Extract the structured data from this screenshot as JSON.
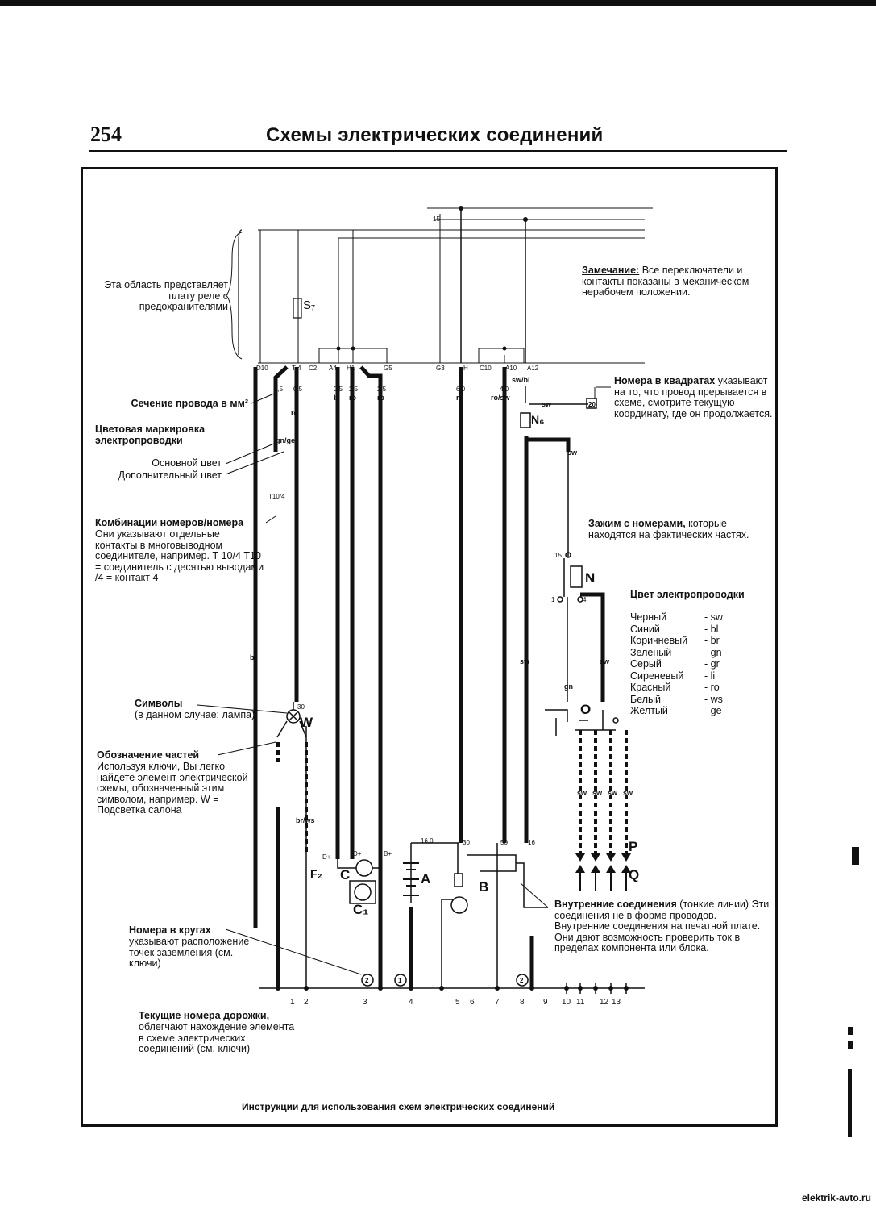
{
  "header": {
    "page_number": "254",
    "title": "Схемы электрических соединений"
  },
  "footer": {
    "caption": "Инструкции для использования схем электрических соединений"
  },
  "watermark": "elektrik-avto.ru",
  "annotations": {
    "relay_area": "Эта область представляет плату реле с предохранителями",
    "note_title": "Замечание:",
    "note_text": "Все переключатели и контакты показаны в механическом нерабочем положении.",
    "wire_section": "Сечение провода в мм²",
    "color_marking": "Цветовая маркировка электропроводки",
    "main_color": "Основной цвет",
    "extra_color": "Дополнительный цвет",
    "combo_title": "Комбинации номеров/номера",
    "combo_text": "Они указывают отдельные контакты в многовыводном соединителе, например. Т 10/4 Т10 = соединитель с десятью выводами /4 = контакт 4",
    "symbols_title": "Символы",
    "symbols_text": "(в данном случае: лампа)",
    "parts_title": "Обозначение частей",
    "parts_text": "Используя ключи, Вы легко найдете элемент электрической схемы, обозначенный этим символом, например. W = Подсветка салона",
    "circles_title": "Номера в кругах",
    "circles_text": "указывают расположение точек заземления (см. ключи)",
    "tracks_title": "Текущие номера дорожки,",
    "tracks_text": "облегчают нахождение элемента в схеме электрических соединений (см. ключи)",
    "squares_title": "Номера в квадратах",
    "squares_text": "указывают на то, что провод прерывается в схеме, смотрите текущую координату, где он продолжается.",
    "clamp_title": "Зажим с номерами,",
    "clamp_text": "которые находятся на фактических частях.",
    "internal_title": "Внутренние соединения",
    "internal_sub": "(тонкие линии)",
    "internal_text": "Эти соединения не в форме проводов. Внутренние соединения на печатной плате. Они дают возможность проверить ток в пределах компонента или блока."
  },
  "wire_colors": {
    "title": "Цвет электропроводки",
    "items": [
      {
        "name": "Черный",
        "code": "- sw"
      },
      {
        "name": "Синий",
        "code": "- bl"
      },
      {
        "name": "Коричневый",
        "code": "- br"
      },
      {
        "name": "Зеленый",
        "code": "- gn"
      },
      {
        "name": "Серый",
        "code": "- gr"
      },
      {
        "name": "Сиреневый",
        "code": "- li"
      },
      {
        "name": "Красный",
        "code": "- ro"
      },
      {
        "name": "Белый",
        "code": "- ws"
      },
      {
        "name": "Желтый",
        "code": "- ge"
      }
    ]
  },
  "diagram": {
    "fuse": "S₇",
    "relay_pins": [
      "D10",
      "T/4",
      "C2",
      "A4",
      "H1",
      "G5",
      "G3",
      "H",
      "C10",
      "A10",
      "A12"
    ],
    "terminal_15": "15",
    "wire_sections": [
      "0,5",
      "0,5",
      "0,5",
      "2,5",
      "2,5",
      "6,0",
      "4,0"
    ],
    "wire_codes": [
      "br",
      "ro",
      "bl",
      "ro",
      "ro",
      "ro",
      "ro/sw",
      "sw/bl",
      "sw",
      "gn/ge",
      "br/ws",
      "sw",
      "gn",
      "sw",
      "sw",
      "sw",
      "sw",
      "sw",
      "sw"
    ],
    "connector": "T10/4",
    "square_ref": "20",
    "letters": {
      "W": "W",
      "F2": "F₂",
      "C": "C",
      "C1": "C₁",
      "A": "A",
      "B": "B",
      "N": "N",
      "N6": "N₆",
      "O": "O",
      "P": "P",
      "Q": "Q"
    },
    "terminals": {
      "t30": "30",
      "t50": "50",
      "t16": "16",
      "t15": "15",
      "t1": "1",
      "t4": "4",
      "d_plus": "D+",
      "b_plus": "B+",
      "dplus2": "D+",
      "t160": "16,0"
    },
    "ground_points": [
      "2",
      "1",
      "2"
    ],
    "tracks": [
      "1",
      "2",
      "3",
      "4",
      "5",
      "6",
      "7",
      "8",
      "9",
      "10",
      "11",
      "12",
      "13"
    ]
  }
}
